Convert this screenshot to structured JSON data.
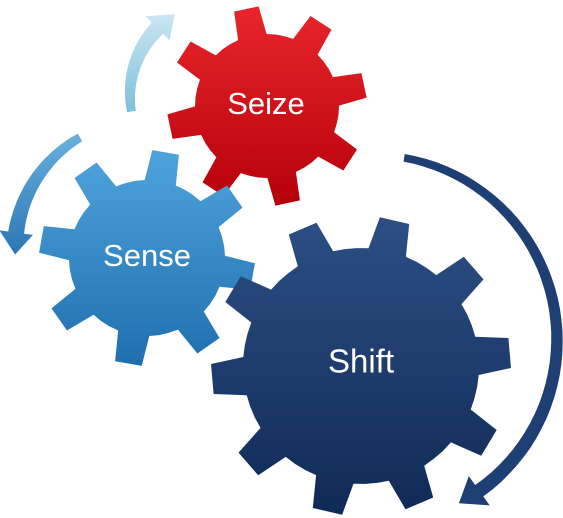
{
  "gears": {
    "seize": {
      "label": "Seize",
      "color_top": "#e8262b",
      "color_bottom": "#b5000a"
    },
    "sense": {
      "label": "Sense",
      "color_top": "#4fa3dc",
      "color_bottom": "#1f6fae"
    },
    "shift": {
      "label": "Shift",
      "color_top": "#2d4f85",
      "color_bottom": "#0f2a55"
    }
  },
  "arrows": {
    "seize_arrow": {
      "color_top": "#c9e6f2",
      "color_bottom": "#7fc0d9"
    },
    "sense_arrow": {
      "color_top": "#6ab0de",
      "color_bottom": "#2b76b5"
    },
    "shift_arrow": {
      "color_top": "#1e3f73",
      "color_bottom": "#1e3f73"
    }
  }
}
